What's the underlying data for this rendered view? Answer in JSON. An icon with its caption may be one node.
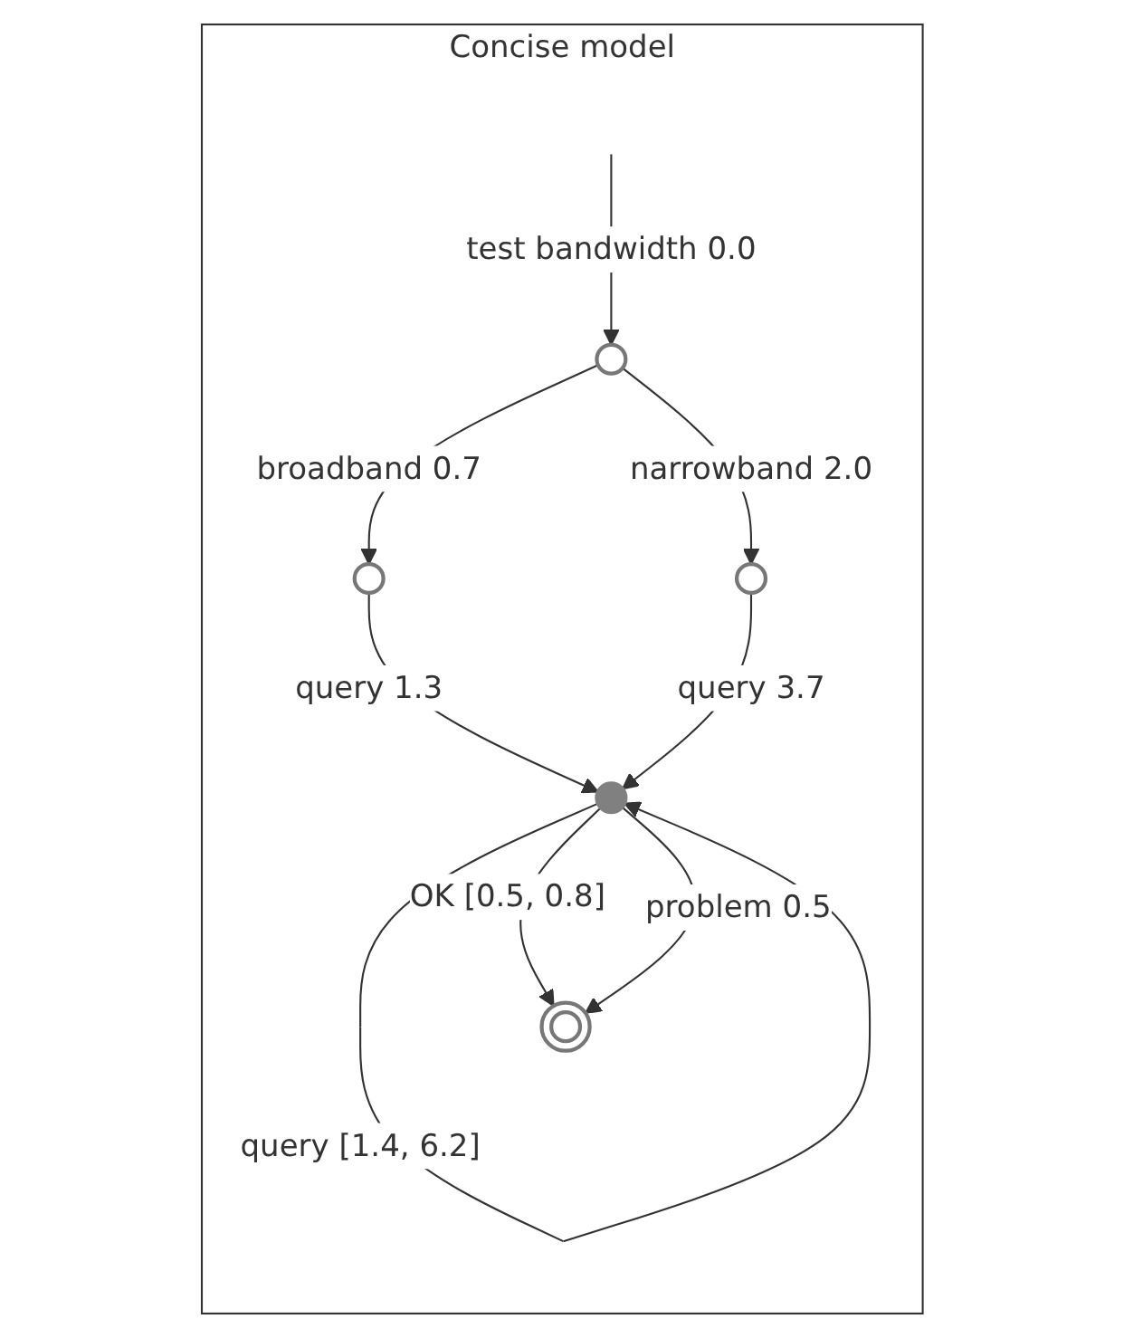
{
  "diagram": {
    "nodes": [
      {
        "text": [
          "Concise model"
        ]
      },
      {
        "text": [],
        "shape": "circle",
        "in": 0
      },
      {
        "text": [],
        "shape": "circle",
        "in": 0
      },
      {
        "text": [],
        "shape": "circle",
        "in": 0
      },
      {
        "text": [],
        "shape": "circle",
        "in": 0
      },
      {
        "text": [],
        "shape": "circle",
        "in": 0
      }
    ],
    "edges": [
      {
        "from": null,
        "to": 1,
        "arrow": "to",
        "label": "test bandwidth 0.0"
      },
      {
        "from": 1,
        "to": 2,
        "arrow": "to",
        "label": "broadband 0.7"
      },
      {
        "from": 1,
        "to": 3,
        "arrow": "to",
        "label": "narrowband 2.0"
      },
      {
        "from": 2,
        "to": 4,
        "arrow": "to",
        "label": "query 1.3"
      },
      {
        "from": 3,
        "to": 4,
        "arrow": "to",
        "label": "query 3.7"
      },
      {
        "from": 4,
        "to": 4,
        "arrow": "to",
        "label": "query [1.4, 6.2]"
      },
      {
        "from": 4,
        "to": 5,
        "arrow": "to",
        "label": "OK [0.5, 0.8]"
      },
      {
        "from": 4,
        "to": 5,
        "arrow": "to",
        "label": "problem 0.5"
      }
    ]
  }
}
